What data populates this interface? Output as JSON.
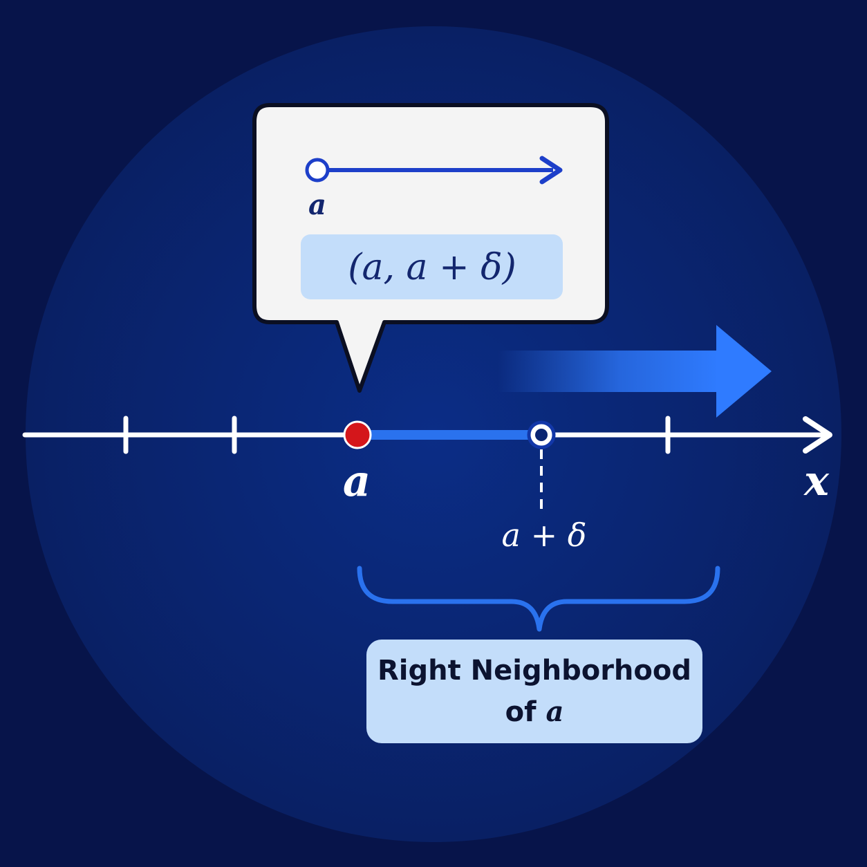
{
  "callout": {
    "point_label": "a",
    "interval_text": "(a, a + δ)"
  },
  "axis": {
    "variable_label": "x",
    "point_a_label": "a",
    "point_a_delta_label": "a + δ"
  },
  "neighborhood_label": {
    "line1": "Right Neighborhood",
    "line2_prefix": "of ",
    "line2_var": "a"
  },
  "colors": {
    "background": "#07144a",
    "circle": "#0a2775",
    "interval": "#2a72ee",
    "point_a": "#d4161b",
    "callout_bg": "#f4f4f4",
    "box_bg": "#c3ddfa"
  }
}
